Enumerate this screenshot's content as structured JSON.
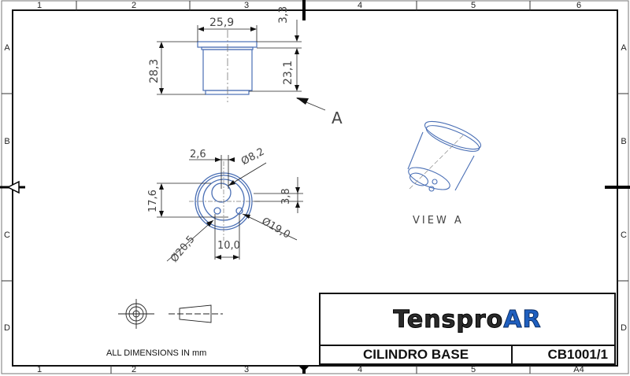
{
  "sheet": {
    "size": "A4",
    "column_labels": [
      "1",
      "2",
      "3",
      "4",
      "5",
      "6"
    ],
    "bottom_column_labels": [
      "1",
      "2",
      "3",
      "4",
      "5",
      "A4"
    ],
    "row_labels": [
      "A",
      "B",
      "C",
      "D"
    ]
  },
  "front_view": {
    "dimensions": {
      "top_width": "25,9",
      "flange_height": "3,3",
      "overall_height": "28,3",
      "body_height": "23,1"
    },
    "view_arrow_label": "A"
  },
  "end_view": {
    "dimensions": {
      "offset_x": "2,6",
      "bore_diameter": "Ø8,2",
      "vertical_offset": "17,6",
      "hole_offset": "3,8",
      "outer_diameter": "Ø20,5",
      "inner_diameter": "Ø19,0",
      "hole_spacing": "10,0"
    }
  },
  "iso_view": {
    "label": "VIEW A"
  },
  "notes": {
    "units": "ALL DIMENSIONS IN mm"
  },
  "title_block": {
    "logo_dark": "Tenspro",
    "logo_blue": "AR",
    "part_name": "CILINDRO BASE",
    "part_code": "CB1001/1",
    "colors": {
      "logo_dark": "#2a2a2a",
      "logo_blue": "#1f5fbf",
      "part_lines": "#4a6fb5"
    }
  }
}
